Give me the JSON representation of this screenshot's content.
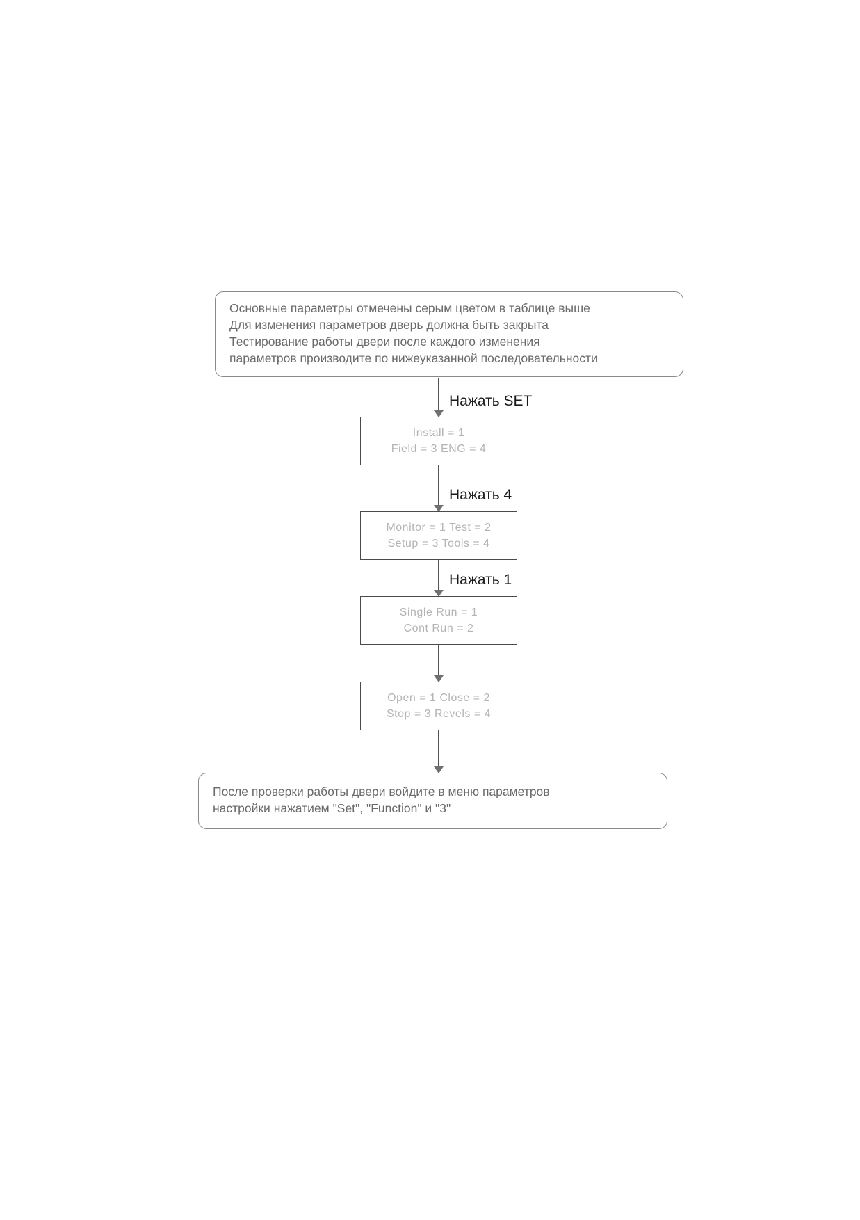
{
  "top_note": {
    "lines": [
      "Основные параметры отмечены серым цветом в таблице выше",
      "Для изменения параметров дверь должна быть закрыта",
      "Тестирование работы двери после каждого изменения",
      "параметров производите по нижеуказанной последовательности"
    ]
  },
  "steps": [
    {
      "label": "Нажать SET",
      "menu": [
        "Install = 1",
        "Field = 3 ENG = 4"
      ]
    },
    {
      "label": "Нажать 4",
      "menu": [
        "Monitor = 1 Test = 2",
        "Setup = 3 Tools = 4"
      ]
    },
    {
      "label": "Нажать 1",
      "menu": [
        "Single Run = 1",
        "Cont Run = 2"
      ]
    },
    {
      "label": "",
      "menu": [
        "Open = 1 Close = 2",
        "Stop = 3 Revels = 4"
      ]
    }
  ],
  "bottom_note": {
    "lines": [
      "После проверки работы двери войдите в меню параметров",
      "настройки нажатием \"Set\", \"Function\" и \"3\""
    ]
  }
}
